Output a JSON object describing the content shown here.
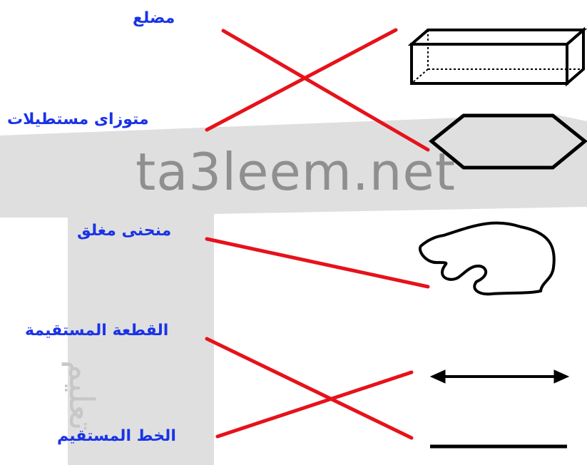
{
  "labels": {
    "polygon": "مضلع",
    "cuboid": "متوزاى مستطيلات",
    "closed_curve": "منحنى مغلق",
    "segment": "القطعة المستقيمة",
    "line": "الخط المستقيم"
  },
  "watermark": {
    "text": "ta3leem.net",
    "vertical_text": "تعليم"
  },
  "colors": {
    "label": "#1a33e6",
    "connector": "#e6121a",
    "shape": "#000000",
    "watermark_band": "#d9d9d9",
    "watermark_text": "#8f8f8f"
  }
}
